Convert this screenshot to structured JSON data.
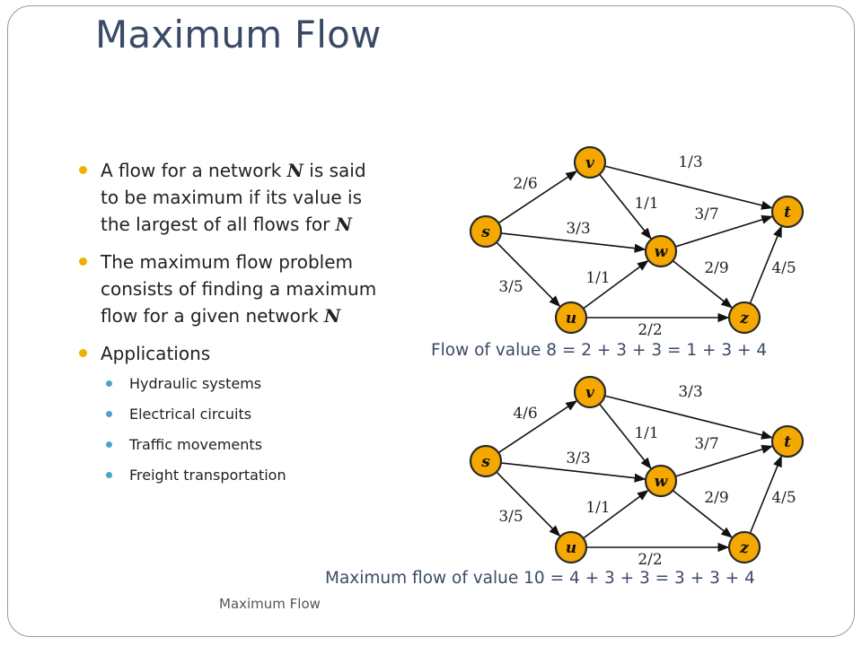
{
  "title": "Maximum Flow",
  "bullets": [
    {
      "parts": [
        "A flow for a network ",
        "N",
        " is said to be maximum if its value is the largest of all flows for ",
        "N"
      ]
    },
    {
      "parts": [
        "The maximum flow problem consists of finding a maximum flow for a given network ",
        "N"
      ]
    },
    {
      "parts": [
        "Applications"
      ]
    }
  ],
  "applications": [
    "Hydraulic systems",
    "Electrical circuits",
    "Traffic movements",
    "Freight transportation"
  ],
  "footer": "Maximum Flow",
  "graph1": {
    "caption": "Flow of value 8 = 2 + 3 + 3 = 1 + 3 + 4",
    "edges": {
      "sv": "2/6",
      "sw": "3/3",
      "su": "3/5",
      "vt": "1/3",
      "vw": "1/1",
      "wt": "3/7",
      "uw": "1/1",
      "wz": "2/9",
      "zt": "4/5",
      "uz": "2/2"
    }
  },
  "graph2": {
    "caption": "Maximum flow of value 10 = 4 + 3 + 3 = 3 + 3 + 4",
    "edges": {
      "sv": "4/6",
      "sw": "3/3",
      "su": "3/5",
      "vt": "3/3",
      "vw": "1/1",
      "wt": "3/7",
      "uw": "1/1",
      "wz": "2/9",
      "zt": "4/5",
      "uz": "2/2"
    }
  },
  "nodes": {
    "s": "s",
    "v": "v",
    "w": "w",
    "u": "u",
    "z": "z",
    "t": "t"
  },
  "colors": {
    "node_fill": "#f5a800",
    "title": "#3a4a66",
    "bullet1": "#f0b000",
    "bullet2": "#4fa3c7"
  }
}
